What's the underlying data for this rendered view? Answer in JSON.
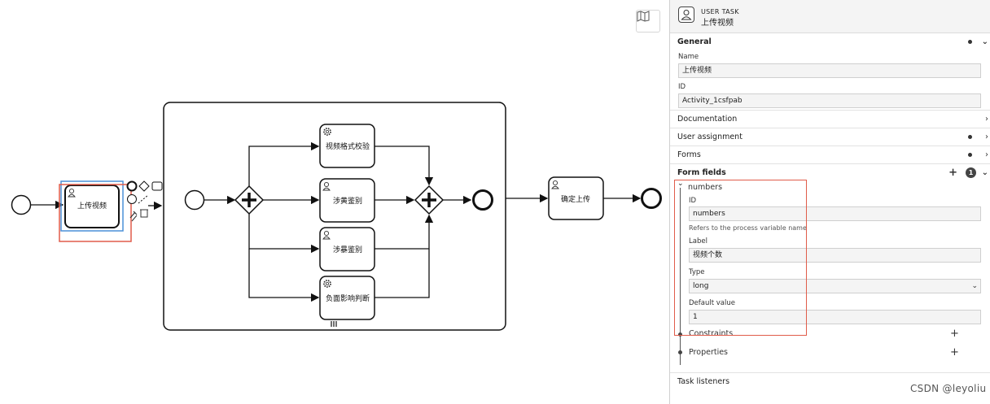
{
  "canvas": {
    "tasks": {
      "upload": "上传视频",
      "format_check": "视频格式校验",
      "porn_check": "涉黄鉴别",
      "violence_check": "涉暴鉴别",
      "negative_check": "负面影响判断",
      "confirm_upload": "确定上传"
    },
    "icons": [
      "map-icon",
      "user-icon",
      "gear-icon",
      "parallel-gateway-icon",
      "trash-icon",
      "wrench-icon",
      "multi-instance-icon"
    ]
  },
  "panel": {
    "header": {
      "type": "USER TASK",
      "name": "上传视频"
    },
    "general": {
      "title": "General",
      "name_label": "Name",
      "name_value": "上传视频",
      "id_label": "ID",
      "id_value": "Activity_1csfpab"
    },
    "groups": {
      "documentation": "Documentation",
      "user_assignment": "User assignment",
      "forms": "Forms",
      "form_fields": "Form fields",
      "form_fields_count": "1",
      "task_listeners": "Task listeners"
    },
    "field": {
      "name": "numbers",
      "id_label": "ID",
      "id_value": "numbers",
      "id_hint": "Refers to the process variable name",
      "label_label": "Label",
      "label_value": "视频个数",
      "type_label": "Type",
      "type_value": "long",
      "default_label": "Default value",
      "default_value": "1",
      "constraints": "Constraints",
      "properties": "Properties"
    }
  },
  "watermark": "CSDN @leyoliu"
}
